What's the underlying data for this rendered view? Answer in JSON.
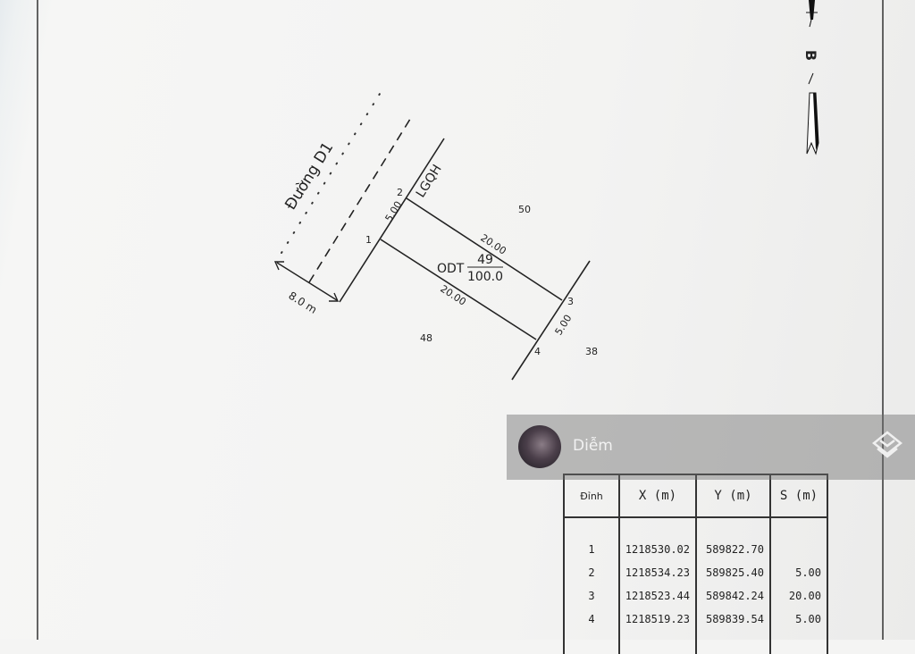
{
  "map": {
    "road_name": "Đường D1",
    "road_width": "8.0 m",
    "boundary_label": "LGQH",
    "parcel": {
      "land_type": "ODT",
      "number": "49",
      "area": "100.0"
    },
    "neighbors": [
      "50",
      "48",
      "38"
    ],
    "vertices": [
      "1",
      "2",
      "3",
      "4"
    ],
    "edge_lengths": {
      "e12": "5.00",
      "e23": "20.00",
      "e34": "5.00",
      "e41": "20.00"
    },
    "north_arrow_letter": "B"
  },
  "overlay": {
    "user_name": "Diễm",
    "avatar": "user-avatar",
    "icon": "layers-icon"
  },
  "table": {
    "headers": [
      "Đỉnh",
      "X (m)",
      "Y (m)",
      "S (m)"
    ],
    "rows": [
      [
        "1",
        "1218530.02",
        "589822.70",
        ""
      ],
      [
        "2",
        "1218534.23",
        "589825.40",
        "5.00"
      ],
      [
        "3",
        "1218523.44",
        "589842.24",
        "20.00"
      ],
      [
        "4",
        "1218519.23",
        "589839.54",
        "5.00"
      ]
    ]
  }
}
